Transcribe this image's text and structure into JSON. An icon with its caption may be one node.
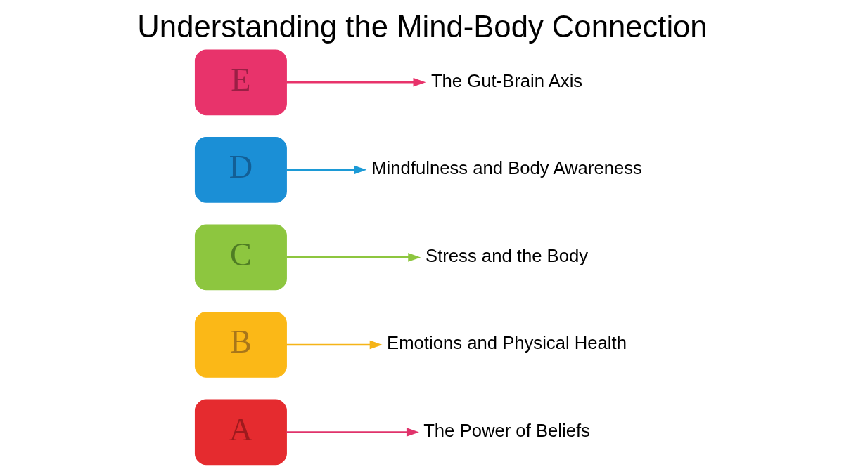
{
  "diagram": {
    "title": "Understanding the Mind-Body Connection",
    "nodes": [
      {
        "text": [
          "A"
        ]
      },
      {
        "text": [
          "B"
        ]
      },
      {
        "text": [
          "C"
        ]
      },
      {
        "text": [
          "D"
        ]
      },
      {
        "text": [
          "E"
        ]
      },
      {
        "text": [
          "The Power of Beliefs"
        ]
      },
      {
        "text": [
          "Emotions and Physical Health"
        ]
      },
      {
        "text": [
          "Stress and the Body"
        ]
      },
      {
        "text": [
          "Mindfulness and Body Awareness"
        ]
      },
      {
        "text": [
          "The Gut-Brain Axis"
        ]
      }
    ],
    "edges": [
      {
        "from": 0,
        "to": 5,
        "arrow": "to",
        "color": "#e0336b"
      },
      {
        "from": 1,
        "to": 6,
        "arrow": "to",
        "color": "#f5b418"
      },
      {
        "from": 2,
        "to": 7,
        "arrow": "to",
        "color": "#8dc63f"
      },
      {
        "from": 3,
        "to": 8,
        "arrow": "to",
        "color": "#1c9ad6"
      },
      {
        "from": 4,
        "to": 9,
        "arrow": "to",
        "color": "#e8336b"
      }
    ]
  }
}
